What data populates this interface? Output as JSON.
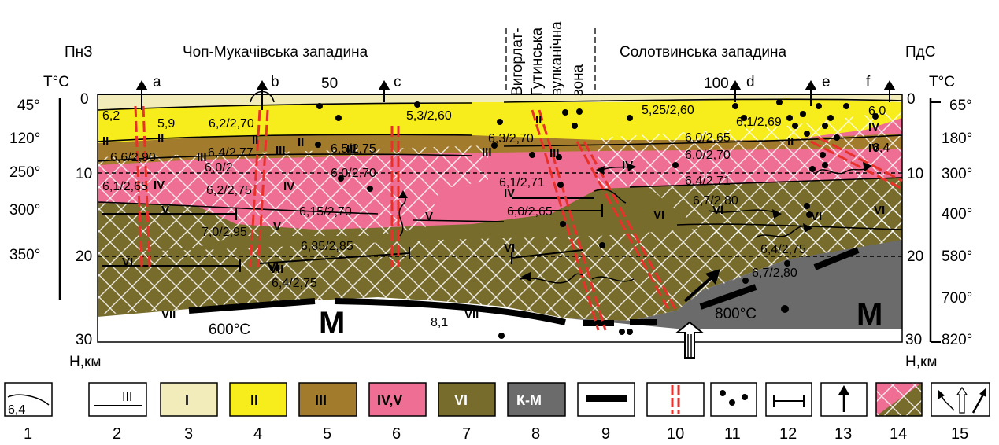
{
  "header": {
    "left_direction": "ПнЗ",
    "right_direction": "ПдС",
    "left_basin": "Чоп-Мукачівська западина",
    "right_basin": "Солотвинська западина",
    "volcanic_zone": [
      "Вигорлат-",
      "Гутинська",
      "вулканічна",
      "зона"
    ],
    "distance_ticks": [
      "50",
      "100"
    ]
  },
  "wells": [
    "a",
    "b",
    "c",
    "d",
    "e",
    "f"
  ],
  "left_axis": {
    "temp_label": "T°C",
    "temps": [
      "45°",
      "120°",
      "250°",
      "300°",
      "350°"
    ],
    "depths": [
      "0",
      "10",
      "20",
      "30"
    ],
    "depth_label": "H,км"
  },
  "right_axis": {
    "temp_label": "T°C",
    "temps": [
      "65°",
      "180°",
      "300°",
      "400°",
      "580°",
      "700°",
      "820°"
    ],
    "depths": [
      "0",
      "10",
      "20",
      "30"
    ],
    "depth_label": "H,км"
  },
  "layer_labels": [
    "II",
    "II",
    "III",
    "IV",
    "V",
    "VI",
    "VII",
    "VII",
    "II",
    "II",
    "III",
    "IV",
    "V",
    "VI",
    "II",
    "III",
    "IV",
    "IV",
    "VI",
    "VI",
    "II",
    "III",
    "IV",
    "V",
    "VI",
    "IV",
    "VI",
    "VI",
    "VII",
    "III"
  ],
  "velocities": [
    "6,2",
    "5,9",
    "6,2/2,70",
    "5,3/2,60",
    "5,25/2,60",
    "6,1/2,69",
    "6,0",
    "6,6/2,90",
    "6,4/2,77",
    "6,0/2",
    "6,5/2,75",
    "6,3/2,70",
    "6,0/2,65",
    "6,0/2,70",
    "6,4",
    "6,1/2,65",
    "6,2/2,75",
    "6,0/2,70",
    "6,1/2,71",
    "6,4/2,71",
    "6,15/2,70",
    "6,0/2,65",
    "6,7/2,80",
    "7,0/2,95",
    "6,85/2,85",
    "6,4/2,75",
    "6,4/2,75",
    "6,7/2,80",
    "8,1"
  ],
  "moho_label": "M",
  "temp_600": "600°C",
  "temp_800": "800°C",
  "legend": {
    "items": [
      {
        "num": "1",
        "sample": "6,4"
      },
      {
        "num": "2",
        "sample": "III"
      },
      {
        "num": "3",
        "sample": "I"
      },
      {
        "num": "4",
        "sample": "II"
      },
      {
        "num": "5",
        "sample": "III"
      },
      {
        "num": "6",
        "sample": "IV,V"
      },
      {
        "num": "7",
        "sample": "VI"
      },
      {
        "num": "8",
        "sample": "К-М"
      },
      {
        "num": "9",
        "sample": ""
      },
      {
        "num": "10",
        "sample": ""
      },
      {
        "num": "11",
        "sample": ""
      },
      {
        "num": "12",
        "sample": ""
      },
      {
        "num": "13",
        "sample": ""
      },
      {
        "num": "14",
        "sample": ""
      },
      {
        "num": "15",
        "sample": ""
      }
    ]
  },
  "colors": {
    "layer_I": "#f2ecbb",
    "layer_II": "#f7ec1c",
    "layer_III": "#a27b2c",
    "layer_IV_V": "#ee6f93",
    "layer_VI": "#786c2c",
    "layer_KM": "#6b6b6b",
    "fault": "#e8312a"
  }
}
